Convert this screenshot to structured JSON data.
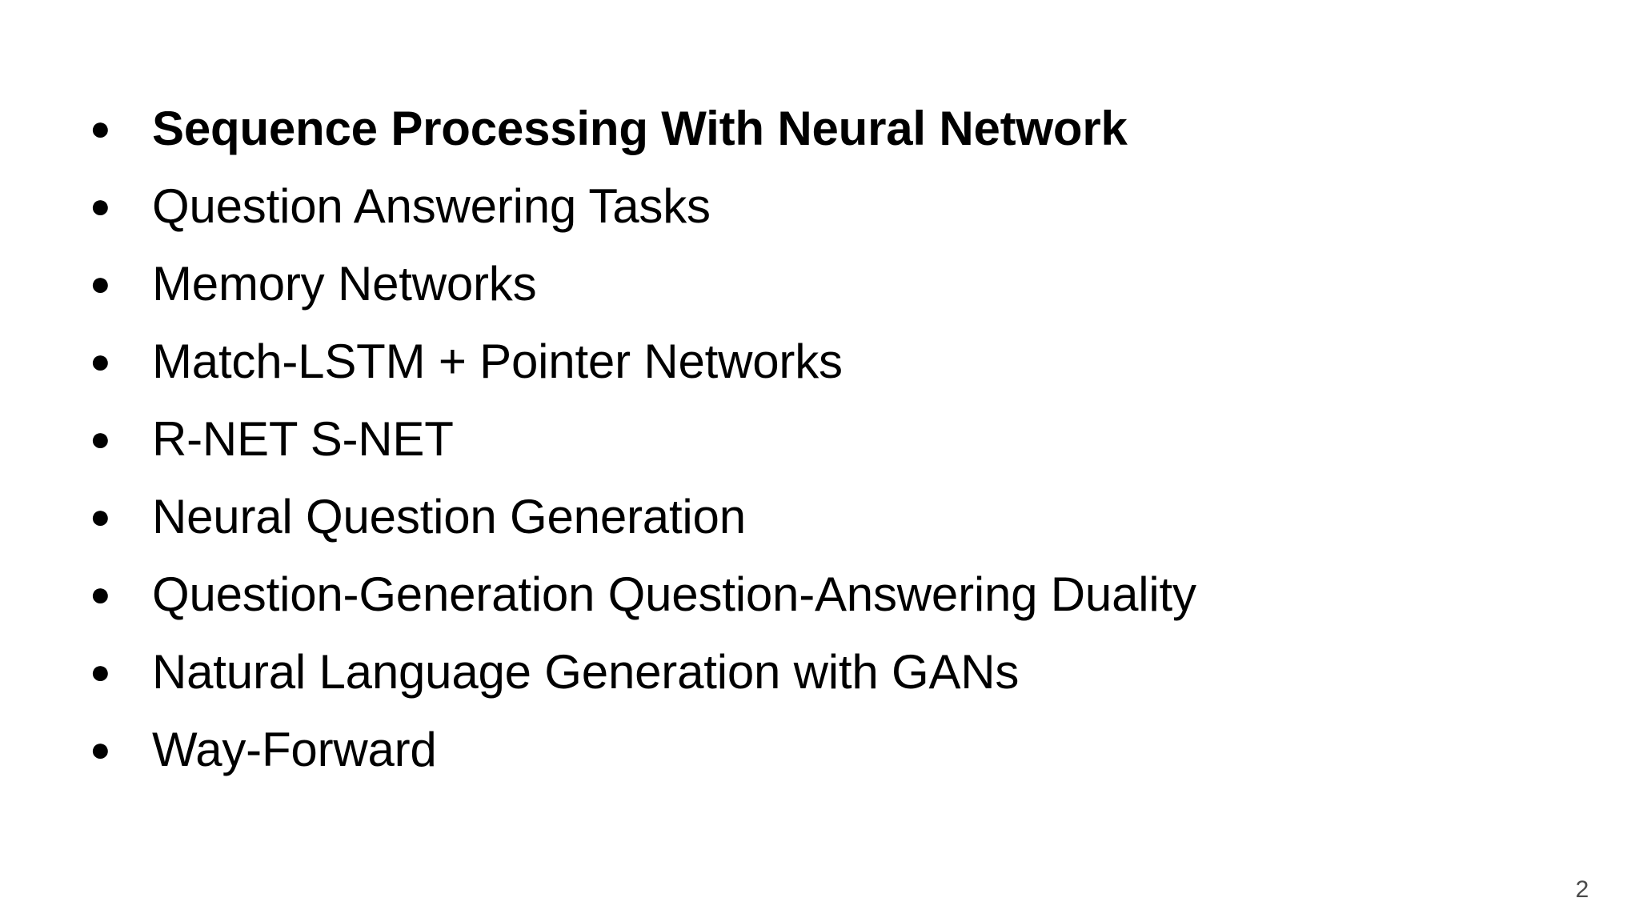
{
  "slide": {
    "background_color": "#ffffff",
    "text_color": "#000000",
    "page_number": "2",
    "page_number_color": "#4a4a4a",
    "bullet_glyph": "●",
    "items": [
      {
        "text": "Sequence Processing With Neural Network",
        "bold": true
      },
      {
        "text": "Question Answering Tasks",
        "bold": false
      },
      {
        "text": "Memory Networks",
        "bold": false
      },
      {
        "text": "Match-LSTM + Pointer Networks",
        "bold": false
      },
      {
        "text": "R-NET S-NET",
        "bold": false
      },
      {
        "text": "Neural Question Generation",
        "bold": false
      },
      {
        "text": "Question-Generation Question-Answering Duality",
        "bold": false
      },
      {
        "text": "Natural Language Generation with GANs",
        "bold": false
      },
      {
        "text": "Way-Forward",
        "bold": false
      }
    ]
  }
}
